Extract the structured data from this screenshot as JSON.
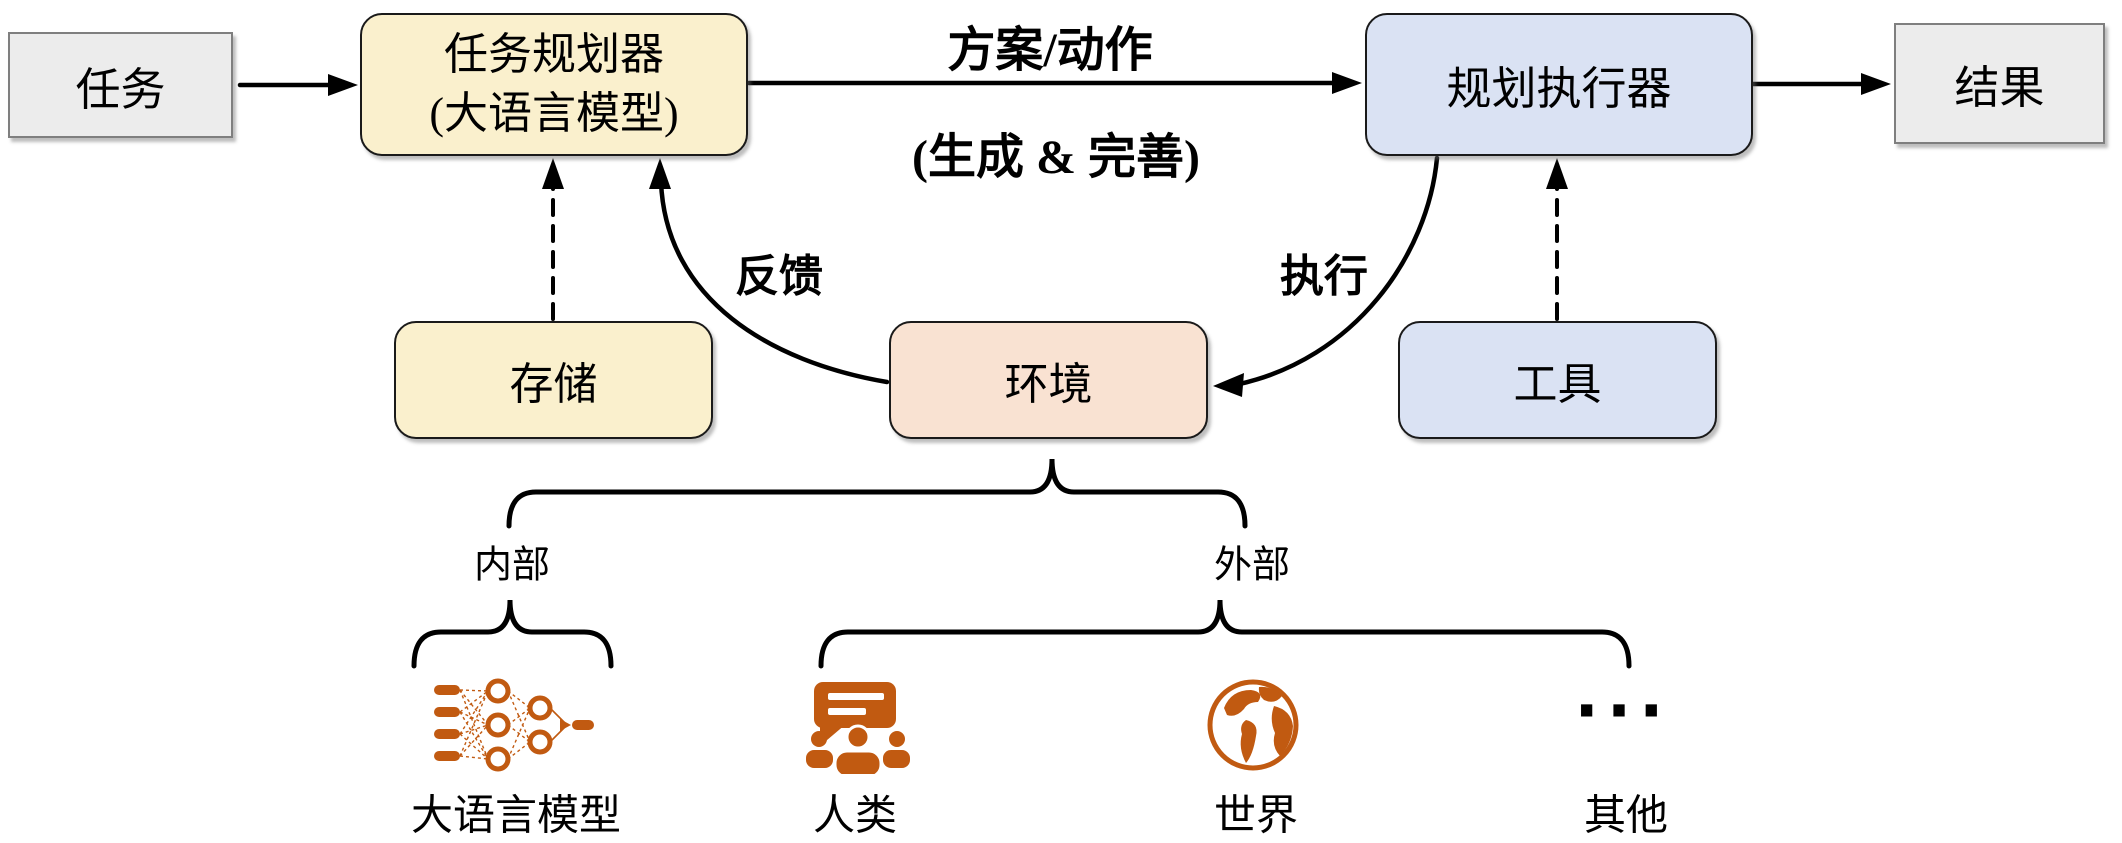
{
  "figure": {
    "nodes": {
      "task": "任务",
      "planner_line1": "任务规划器",
      "planner_line2": "(大语言模型)",
      "executor": "规划执行器",
      "result": "结果",
      "memory": "存储",
      "environment": "环境",
      "tools": "工具"
    },
    "edge_labels": {
      "plan_action": "方案/动作",
      "generate_refine": "(生成 & 完善)",
      "feedback": "反馈",
      "execute": "执行"
    },
    "environment_types": {
      "internal": "内部",
      "external": "外部",
      "items": {
        "llm": "大语言模型",
        "human": "人类",
        "world": "世界",
        "others": "其他"
      },
      "ellipsis": "···"
    }
  },
  "icons": {
    "llm": "neural-network-icon",
    "human": "people-chat-icon",
    "world": "globe-icon"
  },
  "colors": {
    "canvas_bg": "#ffffff",
    "node_gray_fill": "#ececec",
    "node_gray_border": "#7f7f7f",
    "node_yellow_fill": "#faf0cd",
    "node_blue_fill": "#dae2f3",
    "node_peach_fill": "#f9e2d2",
    "node_border": "#1a1a1a",
    "connector_black": "#000000",
    "icon_orange": "#c15a11"
  }
}
